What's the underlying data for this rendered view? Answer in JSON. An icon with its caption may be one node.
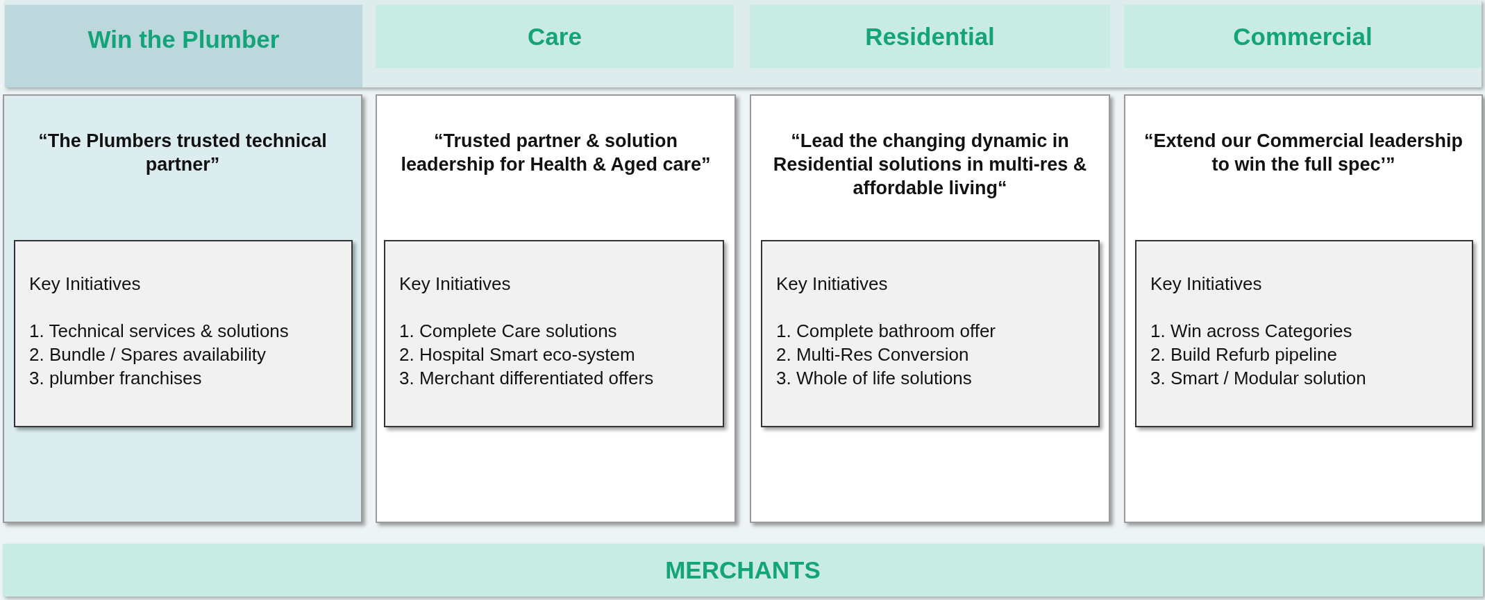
{
  "diagram": {
    "nodes": [
      {
        "text": [
          "Win the Plumber"
        ]
      },
      {
        "text": [
          "Care"
        ]
      },
      {
        "text": [
          "Residential"
        ]
      },
      {
        "text": [
          "Commercial"
        ]
      },
      {
        "text": [
          "“The Plumbers trusted technical partner”"
        ]
      },
      {
        "text": [
          "Key Initiatives",
          "1. Technical services & solutions",
          "2. Bundle / Spares availability",
          "3. plumber franchises"
        ],
        "in": 4
      },
      {
        "text": [
          "“Trusted partner & solution leadership for Health & Aged care”"
        ]
      },
      {
        "text": [
          "Key Initiatives",
          "1. Complete Care solutions",
          "2. Hospital Smart eco-system",
          "3. Merchant differentiated offers"
        ],
        "in": 6
      },
      {
        "text": [
          "“Lead the changing dynamic in Residential solutions in multi-res & affordable living“"
        ]
      },
      {
        "text": [
          "Key Initiatives",
          "1. Complete bathroom offer",
          "2. Multi-Res Conversion",
          "3. Whole of life solutions"
        ],
        "in": 8
      },
      {
        "text": [
          "“Extend our Commercial leadership to win the full spec’”"
        ]
      },
      {
        "text": [
          "Key Initiatives",
          "1. Win across Categories",
          "2. Build Refurb pipeline",
          "3. Smart / Modular solution"
        ],
        "in": 10
      },
      {
        "text": [
          "MERCHANTS"
        ]
      }
    ],
    "edges": []
  }
}
